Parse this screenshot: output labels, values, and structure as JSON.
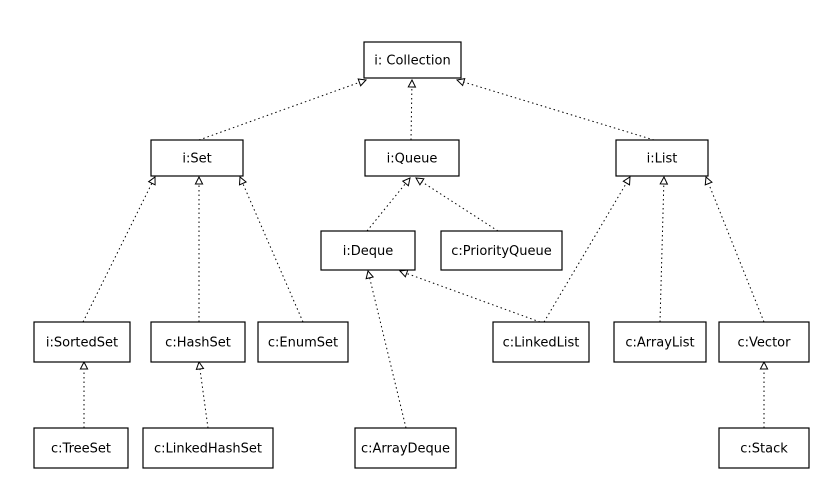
{
  "diagram": {
    "type": "class-hierarchy",
    "nodes": [
      {
        "id": "collection",
        "label": "i: Collection"
      },
      {
        "id": "set",
        "label": "i:Set"
      },
      {
        "id": "queue",
        "label": "i:Queue"
      },
      {
        "id": "list",
        "label": "i:List"
      },
      {
        "id": "deque",
        "label": "i:Deque"
      },
      {
        "id": "priorityqueue",
        "label": "c:PriorityQueue"
      },
      {
        "id": "sortedset",
        "label": "i:SortedSet"
      },
      {
        "id": "hashset",
        "label": "c:HashSet"
      },
      {
        "id": "enumset",
        "label": "c:EnumSet"
      },
      {
        "id": "linkedlist",
        "label": "c:LinkedList"
      },
      {
        "id": "arraylist",
        "label": "c:ArrayList"
      },
      {
        "id": "vector",
        "label": "c:Vector"
      },
      {
        "id": "treeset",
        "label": "c:TreeSet"
      },
      {
        "id": "linkedhashset",
        "label": "c:LinkedHashSet"
      },
      {
        "id": "arraydeque",
        "label": "c:ArrayDeque"
      },
      {
        "id": "stack",
        "label": "c:Stack"
      }
    ],
    "edges": [
      {
        "from": "set",
        "to": "collection"
      },
      {
        "from": "queue",
        "to": "collection"
      },
      {
        "from": "list",
        "to": "collection"
      },
      {
        "from": "sortedset",
        "to": "set"
      },
      {
        "from": "hashset",
        "to": "set"
      },
      {
        "from": "enumset",
        "to": "set"
      },
      {
        "from": "deque",
        "to": "queue"
      },
      {
        "from": "priorityqueue",
        "to": "queue"
      },
      {
        "from": "linkedlist",
        "to": "list"
      },
      {
        "from": "arraylist",
        "to": "list"
      },
      {
        "from": "vector",
        "to": "list"
      },
      {
        "from": "linkedlist",
        "to": "deque"
      },
      {
        "from": "arraydeque",
        "to": "deque"
      },
      {
        "from": "treeset",
        "to": "sortedset"
      },
      {
        "from": "linkedhashset",
        "to": "hashset"
      },
      {
        "from": "stack",
        "to": "vector"
      }
    ]
  }
}
